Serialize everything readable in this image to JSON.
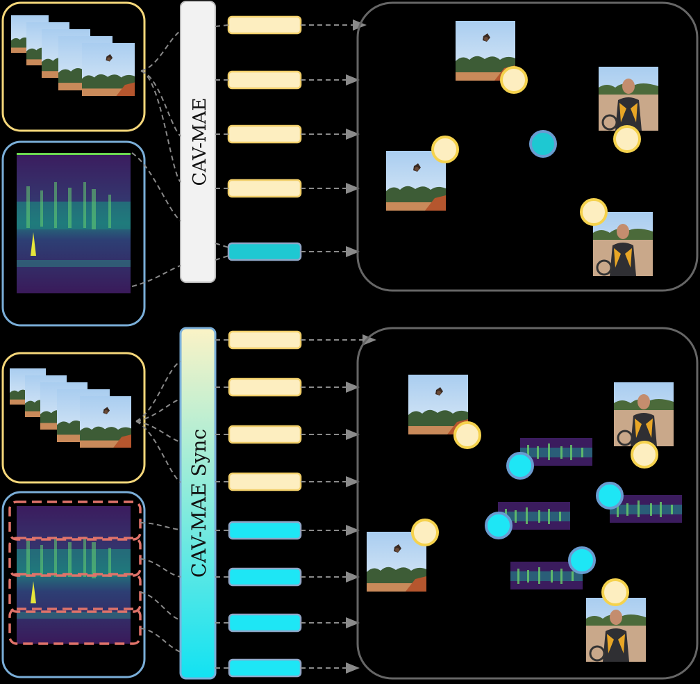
{
  "top_model": {
    "label": "CAV-MAE"
  },
  "bottom_model": {
    "label": "CAV-MAE Sync"
  },
  "colors": {
    "background": "#000000",
    "frame_border": "#f5d77a",
    "audio_border": "#7aaed8",
    "token_frame": "#fdeec0",
    "token_frame_stroke": "#f2cf6a",
    "token_audio_top": "#1ec8d2",
    "token_audio_bottom": "#1ee6f5",
    "token_audio_stroke": "#8fa7c8",
    "embed_border": "#666666",
    "segment_dash": "#e0736a",
    "connector": "#8a8a8a"
  },
  "icons": {
    "frame_thumb": "video-frame-icon",
    "spectrogram": "spectrogram-icon",
    "frame_dot": "visual-embedding-dot",
    "audio_dot": "audio-embedding-dot"
  }
}
